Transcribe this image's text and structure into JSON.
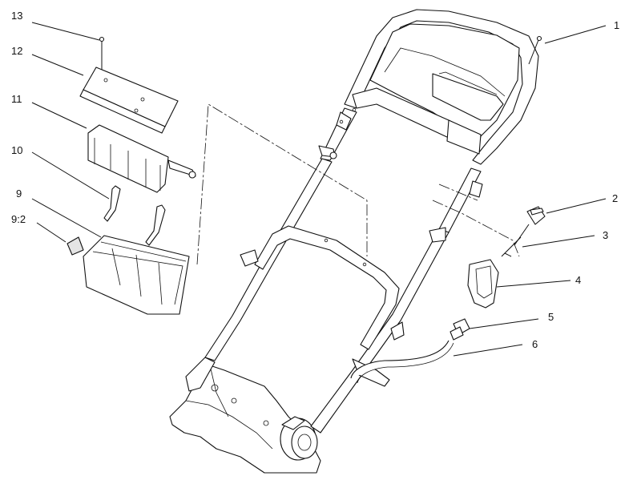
{
  "callouts": [
    {
      "id": "1",
      "label": "1"
    },
    {
      "id": "2",
      "label": "2"
    },
    {
      "id": "3",
      "label": "3"
    },
    {
      "id": "4",
      "label": "4"
    },
    {
      "id": "5",
      "label": "5"
    },
    {
      "id": "6",
      "label": "6"
    },
    {
      "id": "9",
      "label": "9"
    },
    {
      "id": "9-2",
      "label": "9:2"
    },
    {
      "id": "10",
      "label": "10"
    },
    {
      "id": "11",
      "label": "11"
    },
    {
      "id": "12",
      "label": "12"
    },
    {
      "id": "13",
      "label": "13"
    }
  ]
}
